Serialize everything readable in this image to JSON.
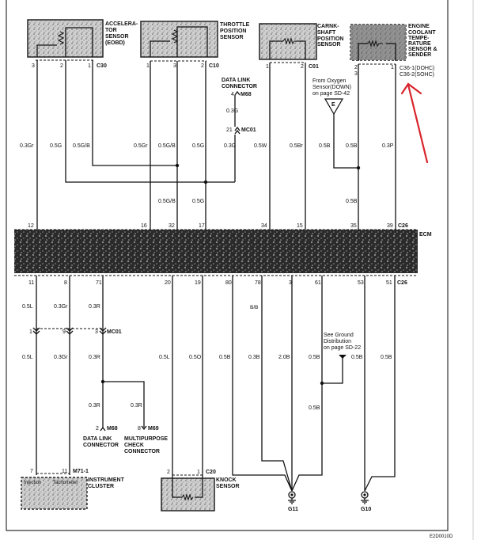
{
  "components": {
    "accelerator_sensor": {
      "lines": [
        "ACCELERA-",
        "TOR",
        "SENSOR",
        "(EOBD)"
      ],
      "connector": "C30",
      "pins": [
        "3",
        "2",
        "1"
      ]
    },
    "throttle_sensor": {
      "lines": [
        "THROTTLE",
        "POSITION",
        "SENSOR"
      ],
      "connector": "C10",
      "pins": [
        "1",
        "3",
        "2"
      ]
    },
    "crankshaft_sensor": {
      "lines": [
        "CARNK-",
        "SHAFT",
        "POSITION",
        "SENSOR"
      ],
      "connector": "C01",
      "pins": [
        "1",
        "2"
      ]
    },
    "coolant_sensor": {
      "lines": [
        "ENGINE",
        "COOLANT",
        "TEMPE-",
        "RATURE",
        "SENSOR &",
        "SENDER"
      ],
      "connectors": [
        "C36-1(DOHC)",
        "C36-2(SOHC)"
      ],
      "pins": [
        "2",
        "3",
        "1"
      ]
    },
    "data_link_top": {
      "lines": [
        "DATA LINK",
        "CONNECTOR"
      ],
      "pin": "4",
      "connector": "M68"
    },
    "mc01_top": {
      "pin": "21",
      "connector": "MC01"
    },
    "oxygen_ref": {
      "lines": [
        "From Oxygen",
        "Sensor(DOWN)",
        "on page SD-42"
      ],
      "symbol": "E"
    },
    "ecm": {
      "label": "ECM",
      "connector_top": "C26",
      "connector_bottom": "C26",
      "top_pins": [
        "12",
        "16",
        "32",
        "17",
        "34",
        "15",
        "35",
        "39"
      ],
      "bottom_pins": [
        "11",
        "8",
        "71",
        "20",
        "19",
        "80",
        "78",
        "3",
        "61",
        "53",
        "51"
      ]
    },
    "mc01_bottom": {
      "pins": [
        "1",
        "9",
        "3"
      ],
      "connector": "MC01"
    },
    "data_link_bottom": {
      "lines": [
        "DATA LINK",
        "CONNECTOR"
      ],
      "pin": "2",
      "connector": "M68"
    },
    "multipurpose": {
      "lines": [
        "MULTIPURPOSE",
        "CHECK",
        "CONNECTOR"
      ],
      "pin": "8",
      "connector": "M69"
    },
    "instrument_cluster": {
      "lines": [
        "INSTRUMENT",
        "CLUSTER"
      ],
      "inner": [
        "Injection",
        "Tachometer"
      ],
      "pins": [
        "7",
        "11"
      ],
      "connector": "M71-1"
    },
    "knock_sensor": {
      "lines": [
        "KNOCK",
        "SENSOR"
      ],
      "pins": [
        "2",
        "1"
      ],
      "connector": "C20"
    },
    "ground_ref": {
      "lines": [
        "See Ground",
        "Distribution",
        "on page SD-22"
      ]
    },
    "grounds": [
      "G11",
      "G10"
    ],
    "smudge": "B/B"
  },
  "wire_labels_top": [
    "0.3Gr",
    "0.5G",
    "0.5G/B",
    "0.5Gr",
    "0.5G/B",
    "0.5G",
    "0.3G",
    "0.3G",
    "0.5W",
    "0.5Br",
    "0.5B",
    "0.5B",
    "0.3P",
    "0.5G/B",
    "0.5G",
    "0.5B"
  ],
  "wire_labels_bottom": [
    "0.5L",
    "0.3Gr",
    "0.3R",
    "0.5L",
    "0.3Gr",
    "0.3R",
    "0.3R",
    "0.3R",
    "0.5L",
    "0.5O",
    "0.5B",
    "0.3B",
    "2.0B",
    "0.5B",
    "0.5B",
    "0.5B",
    "0.5B"
  ],
  "figure_code": "E2D0010D",
  "colors": {
    "annotation_arrow": "#d9252c",
    "ink": "#111111"
  }
}
